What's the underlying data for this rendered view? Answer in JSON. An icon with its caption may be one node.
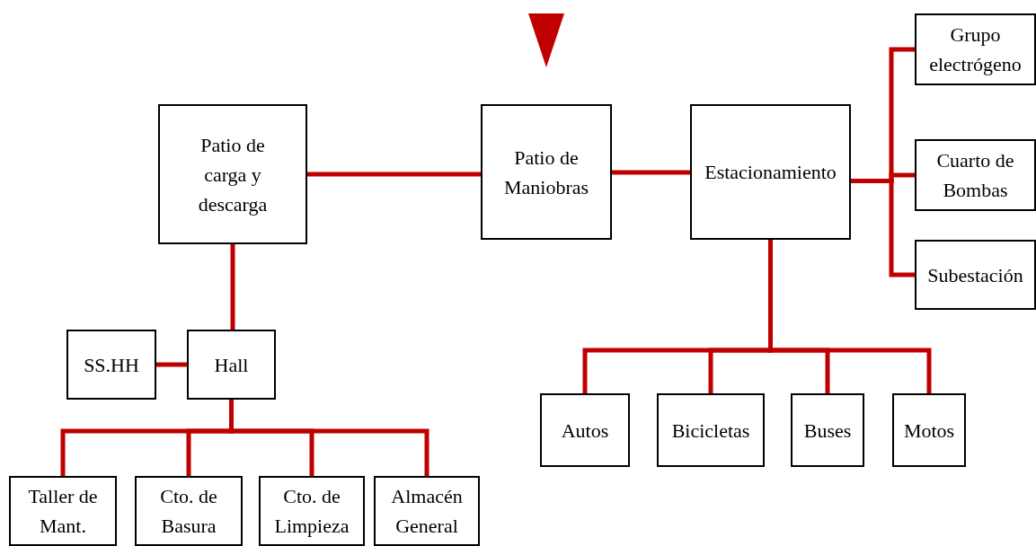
{
  "diagram": {
    "nodes": [
      {
        "text": [
          "Patio de carga y descarga"
        ]
      },
      {
        "text": [
          "Patio de Maniobras"
        ]
      },
      {
        "text": [
          "Estacionamiento"
        ]
      },
      {
        "text": [
          "Grupo electrógeno"
        ]
      },
      {
        "text": [
          "Cuarto de Bombas"
        ]
      },
      {
        "text": [
          "Subestación"
        ]
      },
      {
        "text": [
          "SS.HH"
        ]
      },
      {
        "text": [
          "Hall"
        ]
      },
      {
        "text": [
          "Autos"
        ]
      },
      {
        "text": [
          "Bicicletas"
        ]
      },
      {
        "text": [
          "Buses"
        ]
      },
      {
        "text": [
          "Motos"
        ]
      },
      {
        "text": [
          "Taller de Mant."
        ]
      },
      {
        "text": [
          "Cto. de Basura"
        ]
      },
      {
        "text": [
          "Cto. de Limpieza"
        ]
      },
      {
        "text": [
          "Almacén General"
        ]
      }
    ],
    "edges": [
      {
        "from": 0,
        "to": 1,
        "arrow": "none"
      },
      {
        "from": 1,
        "to": 2,
        "arrow": "none"
      },
      {
        "from": 2,
        "to": 3,
        "arrow": "none"
      },
      {
        "from": 2,
        "to": 4,
        "arrow": "none"
      },
      {
        "from": 2,
        "to": 5,
        "arrow": "none"
      },
      {
        "from": 0,
        "to": 7,
        "arrow": "none"
      },
      {
        "from": 6,
        "to": 7,
        "arrow": "none"
      },
      {
        "from": 7,
        "to": 12,
        "arrow": "none"
      },
      {
        "from": 7,
        "to": 13,
        "arrow": "none"
      },
      {
        "from": 7,
        "to": 14,
        "arrow": "none"
      },
      {
        "from": 7,
        "to": 15,
        "arrow": "none"
      },
      {
        "from": 2,
        "to": 8,
        "arrow": "none"
      },
      {
        "from": 2,
        "to": 9,
        "arrow": "none"
      },
      {
        "from": 2,
        "to": 10,
        "arrow": "none"
      },
      {
        "from": 2,
        "to": 11,
        "arrow": "none"
      }
    ]
  }
}
